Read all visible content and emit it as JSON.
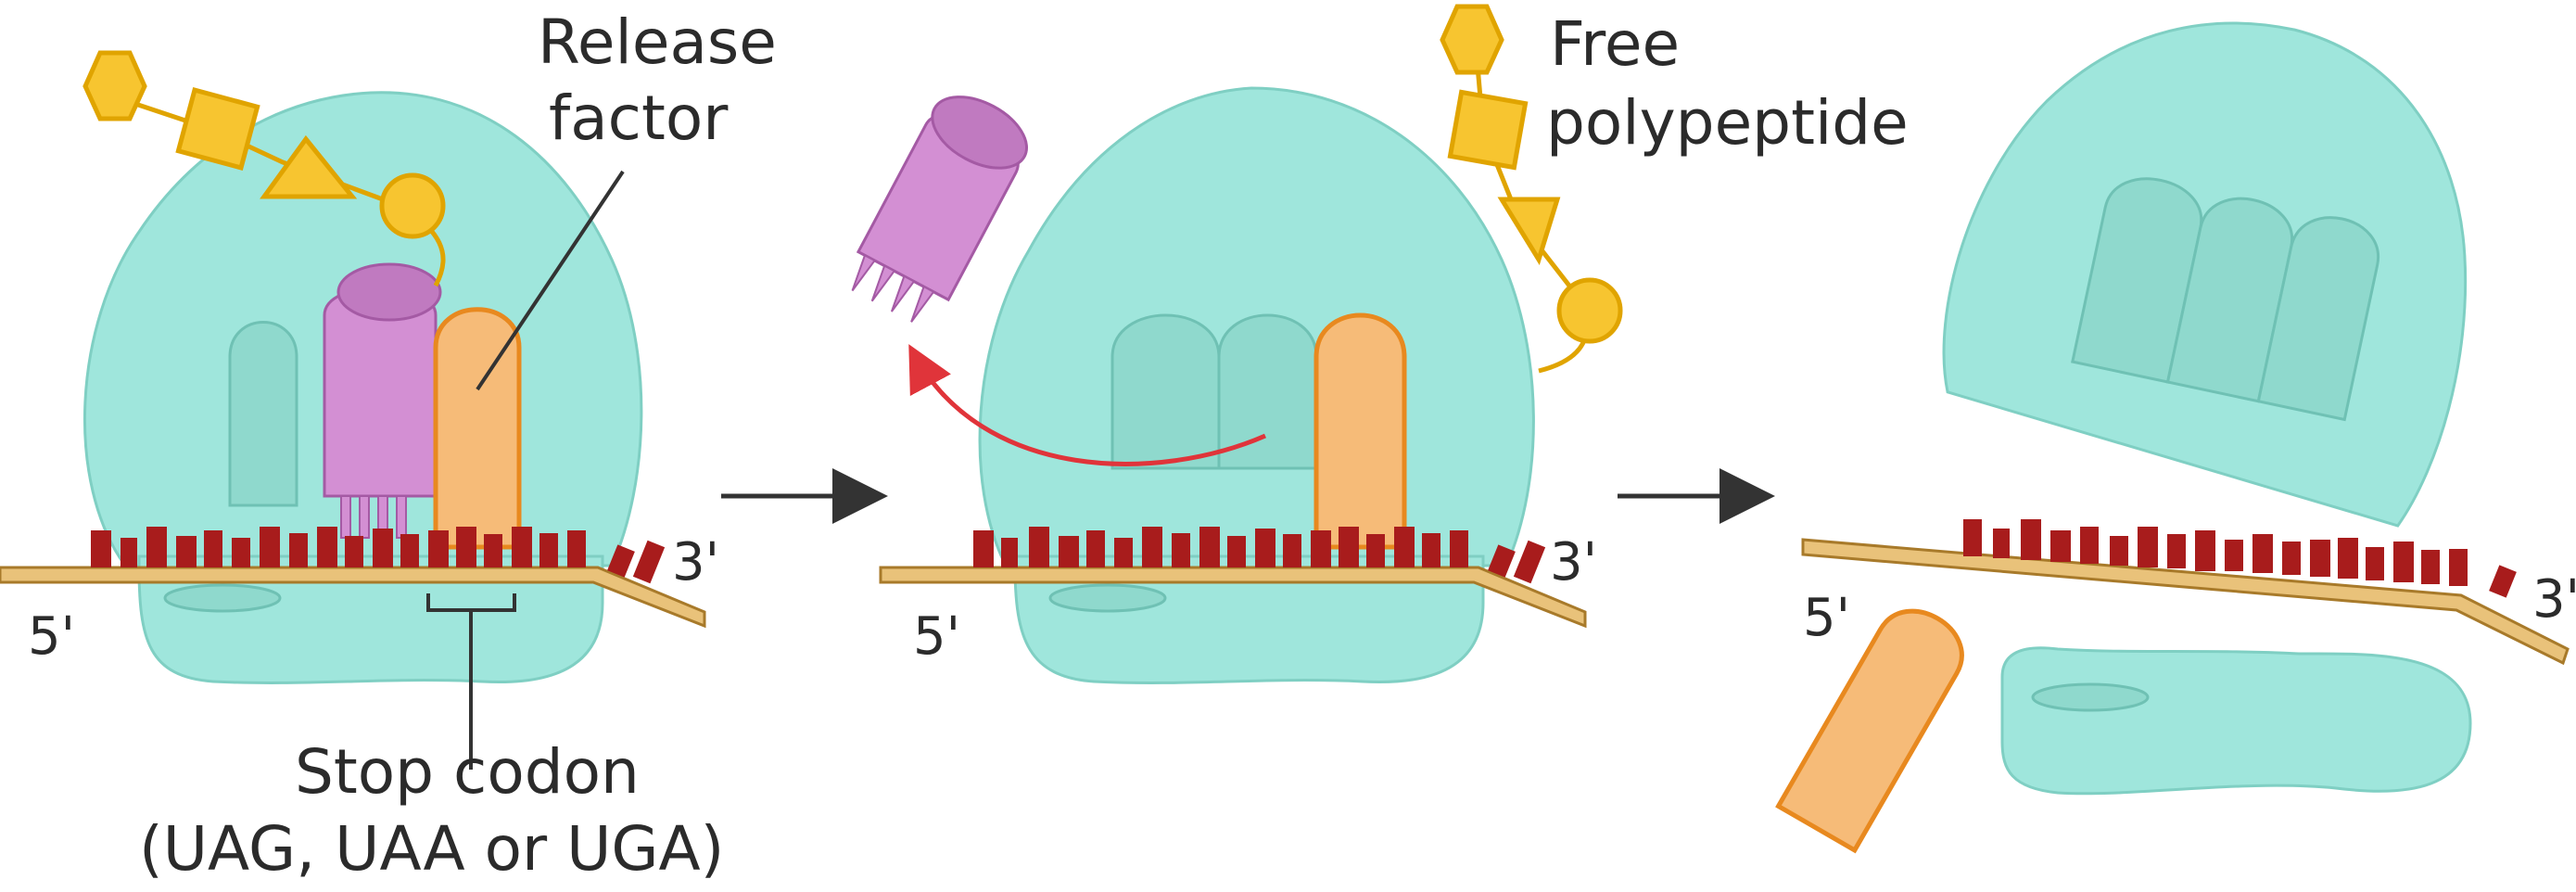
{
  "labels": {
    "release_factor_line1": "Release",
    "release_factor_line2": "factor",
    "free_polypeptide_line1": "Free",
    "free_polypeptide_line2": "polypeptide",
    "stop_codon_line1": "Stop codon",
    "stop_codon_line2": "(UAG, UAA or UGA)",
    "five_prime": "5'",
    "three_prime": "3'"
  },
  "colors": {
    "ribosome": "#9fe6dc",
    "ribosome_stroke": "#7fcfc3",
    "trna_orange": "#f6bb78",
    "trna_orange_stroke": "#e8891f",
    "release_factor": "#d38fd3",
    "release_factor_stroke": "#a45aa4",
    "polypeptide": "#f7c530",
    "polypeptide_stroke": "#e0a400",
    "mrna": "#e9c27a",
    "mrna_stroke": "#a87a2a",
    "bases": "#a81c1c",
    "red_arrow": "#e0343a",
    "arrow": "#333333"
  }
}
